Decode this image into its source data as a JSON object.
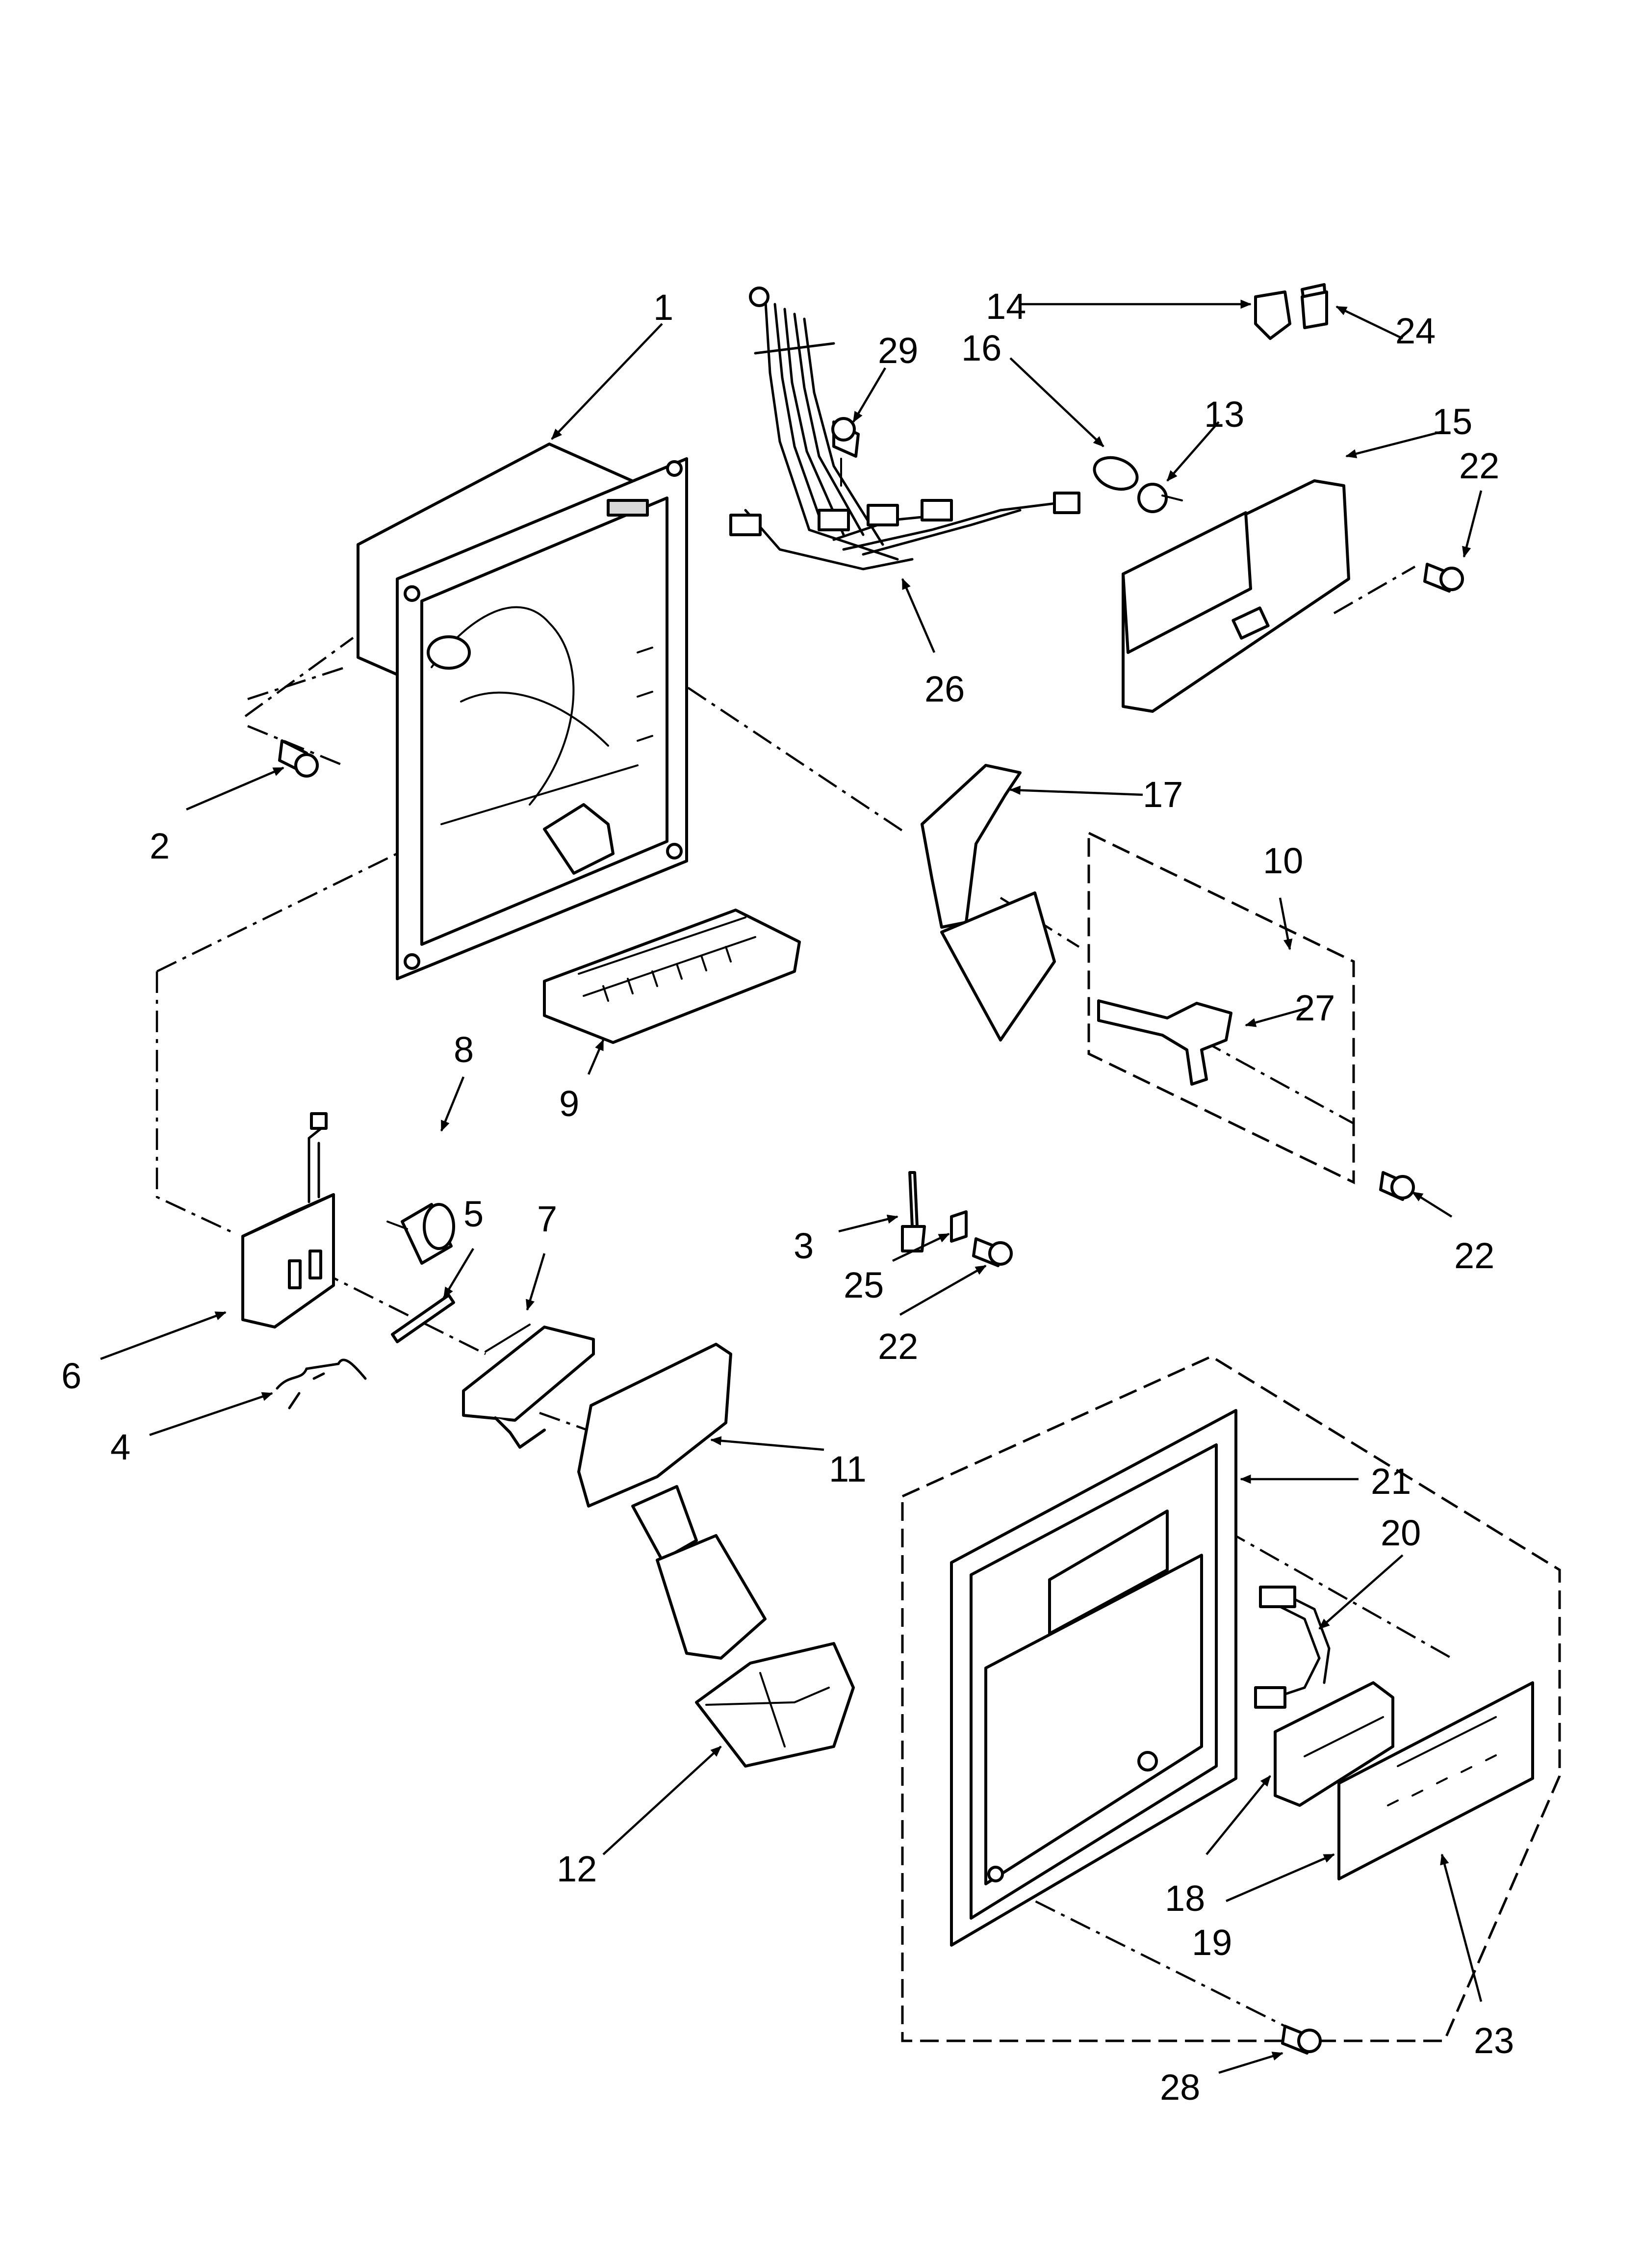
{
  "diagram": {
    "callouts": [
      {
        "id": "c1",
        "text": "1"
      },
      {
        "id": "c2",
        "text": "2"
      },
      {
        "id": "c3",
        "text": "3"
      },
      {
        "id": "c4",
        "text": "4"
      },
      {
        "id": "c5",
        "text": "5"
      },
      {
        "id": "c6",
        "text": "6"
      },
      {
        "id": "c7",
        "text": "7"
      },
      {
        "id": "c8",
        "text": "8"
      },
      {
        "id": "c9",
        "text": "9"
      },
      {
        "id": "c10",
        "text": "10"
      },
      {
        "id": "c11",
        "text": "11"
      },
      {
        "id": "c12",
        "text": "12"
      },
      {
        "id": "c13",
        "text": "13"
      },
      {
        "id": "c14",
        "text": "14"
      },
      {
        "id": "c15",
        "text": "15"
      },
      {
        "id": "c16",
        "text": "16"
      },
      {
        "id": "c17",
        "text": "17"
      },
      {
        "id": "c18",
        "text": "18"
      },
      {
        "id": "c19",
        "text": "19"
      },
      {
        "id": "c20",
        "text": "20"
      },
      {
        "id": "c21",
        "text": "21"
      },
      {
        "id": "c22a",
        "text": "22"
      },
      {
        "id": "c22b",
        "text": "22"
      },
      {
        "id": "c22c",
        "text": "22"
      },
      {
        "id": "c23",
        "text": "23"
      },
      {
        "id": "c24",
        "text": "24"
      },
      {
        "id": "c25",
        "text": "25"
      },
      {
        "id": "c26",
        "text": "26"
      },
      {
        "id": "c27",
        "text": "27"
      },
      {
        "id": "c28",
        "text": "28"
      },
      {
        "id": "c29",
        "text": "29"
      }
    ]
  }
}
